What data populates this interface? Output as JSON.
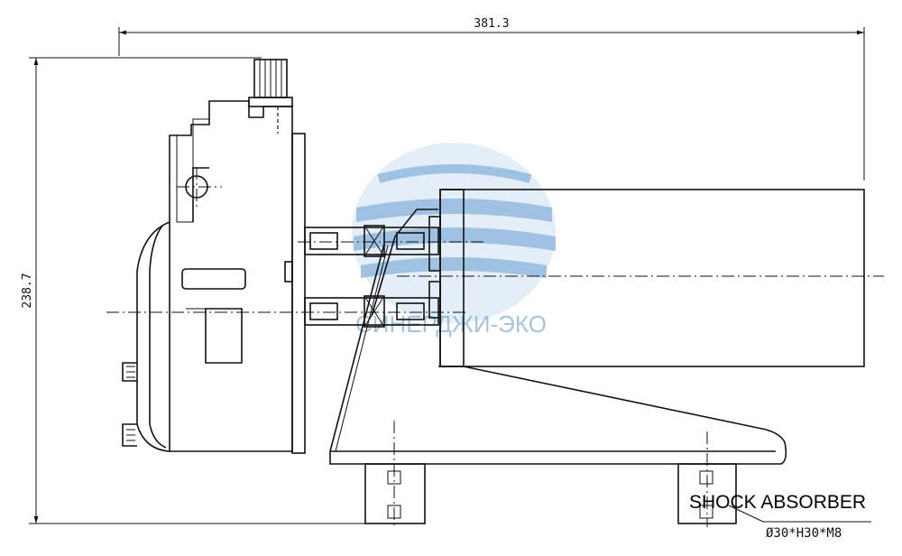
{
  "dimensions": {
    "overall_length": "381.3",
    "overall_height": "238.7"
  },
  "callout": {
    "label": "SHOCK ABSORBER",
    "spec": "Ø30*H30*M8"
  },
  "watermark": {
    "text": "СИНЕРДЖИ-ЭКО",
    "color": "#5a95c5"
  },
  "colors": {
    "line": "#111111",
    "background": "#ffffff"
  }
}
